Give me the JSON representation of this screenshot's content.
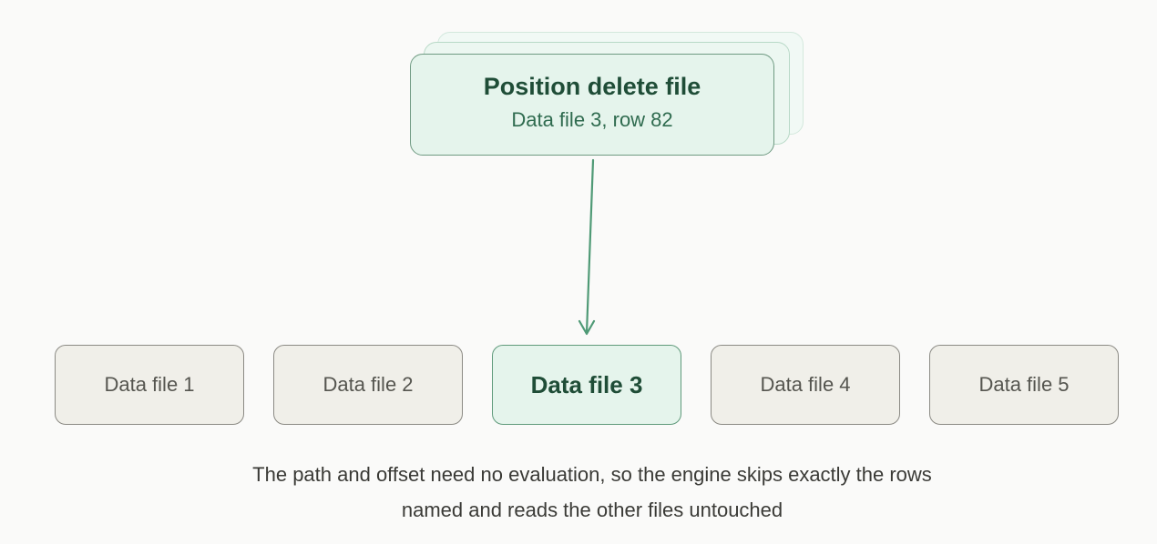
{
  "delete_file": {
    "title": "Position delete file",
    "subtitle": "Data file 3, row 82"
  },
  "data_files": [
    {
      "label": "Data file 1",
      "highlighted": false
    },
    {
      "label": "Data file 2",
      "highlighted": false
    },
    {
      "label": "Data file 3",
      "highlighted": true
    },
    {
      "label": "Data file 4",
      "highlighted": false
    },
    {
      "label": "Data file 5",
      "highlighted": false
    }
  ],
  "caption": {
    "line1": "The path and offset need no evaluation, so the engine skips exactly the rows",
    "line2": "named and reads the other files untouched"
  },
  "colors": {
    "accent_green": "#4f9a76",
    "highlight_fill": "#e5f4ec",
    "neutral_fill": "#f0efe9"
  }
}
